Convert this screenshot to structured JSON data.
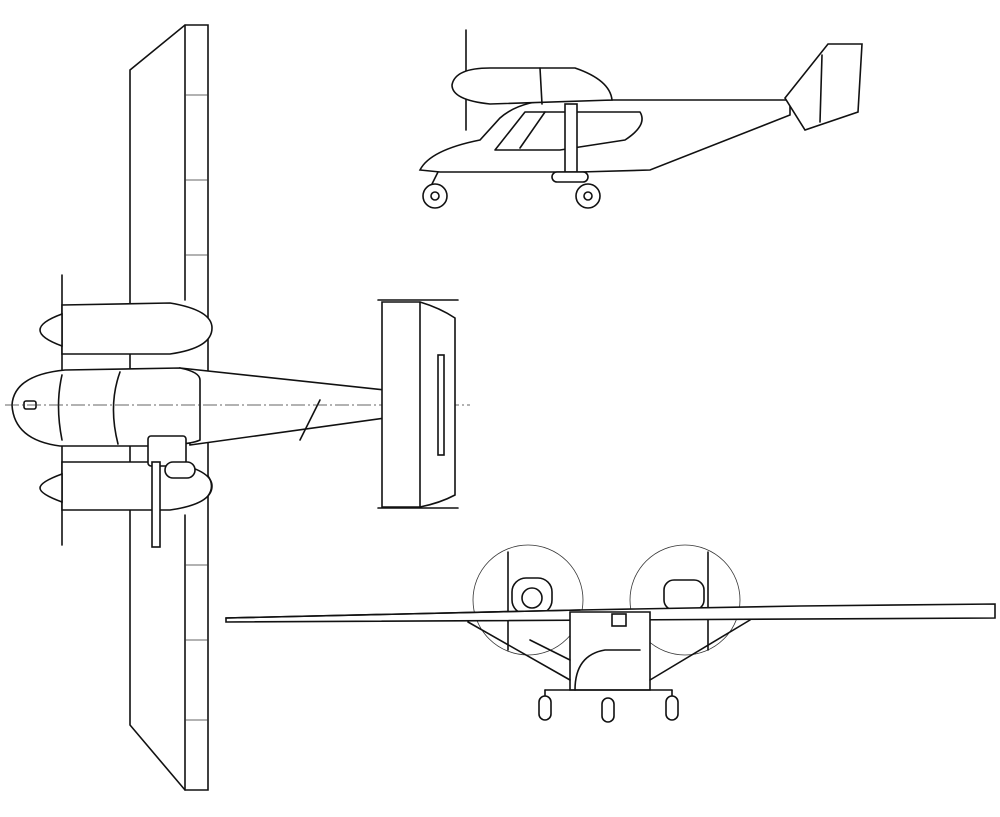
{
  "drawing": {
    "views": [
      "plan-view",
      "side-view",
      "front-view"
    ],
    "colors": {
      "line": "#111111",
      "background": "#ffffff"
    }
  }
}
